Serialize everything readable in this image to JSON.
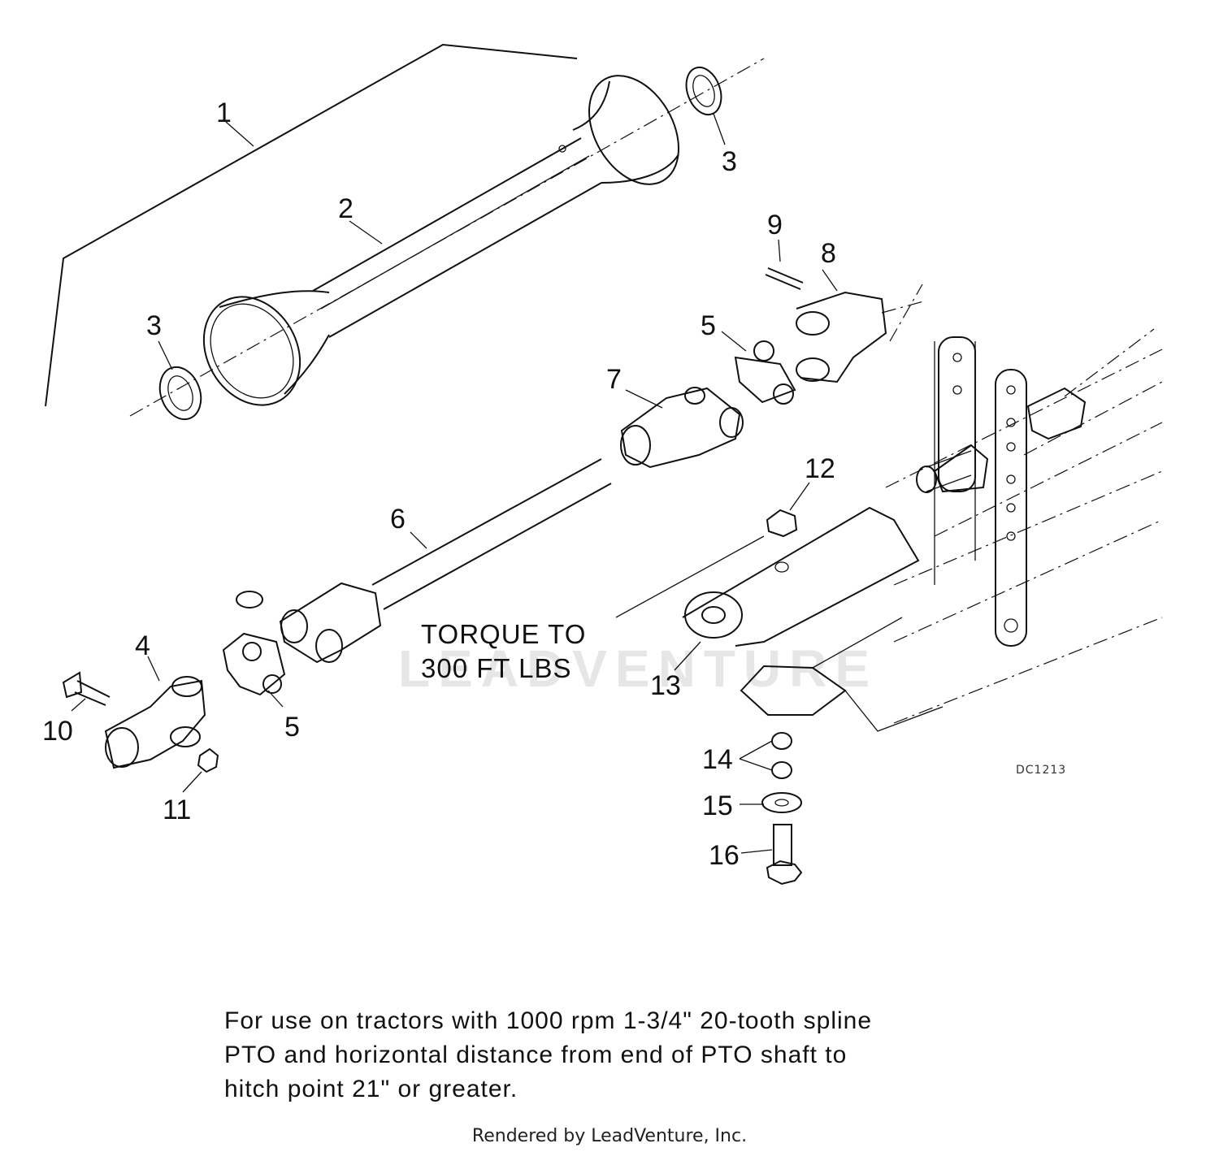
{
  "diagram": {
    "callouts": {
      "c1": "1",
      "c2": "2",
      "c3a": "3",
      "c3b": "3",
      "c4": "4",
      "c5a": "5",
      "c5b": "5",
      "c6": "6",
      "c7": "7",
      "c8": "8",
      "c9": "9",
      "c10": "10",
      "c11": "11",
      "c12": "12",
      "c13": "13",
      "c14": "14",
      "c15": "15",
      "c16": "16"
    },
    "torque_line1": "TORQUE TO",
    "torque_line2": "300 FT LBS",
    "drawing_code": "DC1213",
    "watermark": "LEADVENTURE"
  },
  "caption": "For use on tractors with 1000 rpm 1-3/4\" 20-tooth spline\nPTO and horizontal distance from end of PTO shaft to\nhitch point 21\" or greater.",
  "footer": "Rendered by LeadVenture, Inc."
}
